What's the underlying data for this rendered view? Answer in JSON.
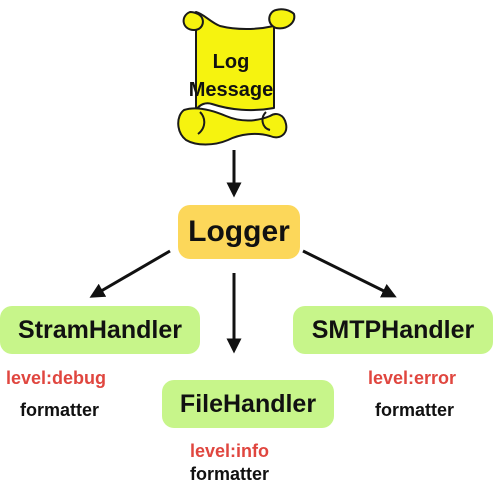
{
  "message": {
    "line1": "Log",
    "line2": "Message",
    "scroll_fill": "#f6f30f"
  },
  "logger": {
    "label": "Logger",
    "fill": "#fcd75a"
  },
  "handlers": {
    "fill": "#c7f58a",
    "level_color": "#e0463f",
    "stream": {
      "label": "StramHandler",
      "level": "level:debug",
      "formatter": "formatter"
    },
    "file": {
      "label": "FileHandler",
      "level": "level:info",
      "formatter": "formatter"
    },
    "smtp": {
      "label": "SMTPHandler",
      "level": "level:error",
      "formatter": "formatter"
    }
  }
}
